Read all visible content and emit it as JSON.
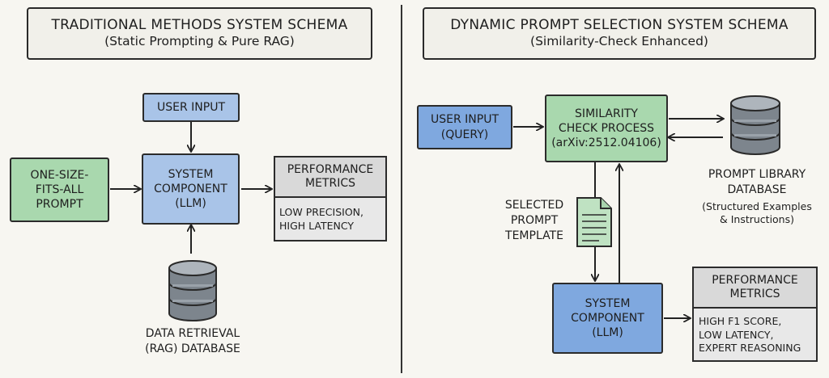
{
  "left": {
    "title": "TRADITIONAL METHODS SYSTEM SCHEMA",
    "subtitle": "(Static Prompting & Pure RAG)",
    "user_input": "USER INPUT",
    "prompt": [
      "ONE-SIZE-",
      "FITS-ALL",
      "PROMPT"
    ],
    "system": [
      "SYSTEM",
      "COMPONENT",
      "(LLM)"
    ],
    "performance": {
      "title": [
        "PERFORMANCE",
        "METRICS"
      ],
      "lines": [
        "LOW PRECISION,",
        "HIGH LATENCY"
      ],
      "indicator_color": "#e0605f"
    },
    "database": [
      "DATA RETRIEVAL",
      "(RAG) DATABASE"
    ]
  },
  "right": {
    "title": "DYNAMIC PROMPT SELECTION SYSTEM SCHEMA",
    "subtitle": "(Similarity-Check Enhanced)",
    "user_input": [
      "USER INPUT",
      "(QUERY)"
    ],
    "similarity": [
      "SIMILARITY",
      "CHECK PROCESS",
      "(arXiv:2512.04106)"
    ],
    "library": {
      "name": [
        "PROMPT LIBRARY",
        "DATABASE"
      ],
      "desc": [
        "(Structured Examples",
        "& Instructions)"
      ]
    },
    "selected": [
      "SELECTED",
      "PROMPT",
      "TEMPLATE"
    ],
    "system": [
      "SYSTEM",
      "COMPONENT",
      "(LLM)"
    ],
    "performance": {
      "title": [
        "PERFORMANCE",
        "METRICS"
      ],
      "lines": [
        "HIGH F1 SCORE,",
        "LOW LATENCY,",
        "EXPERT REASONING"
      ],
      "indicator_color": "#6ccf72"
    }
  },
  "colors": {
    "input_blue": "#a9c4e8",
    "input_blue_dark": "#7fa8df",
    "prompt_green": "#a9d8ae",
    "metrics_gray": "#d9d9d9"
  }
}
